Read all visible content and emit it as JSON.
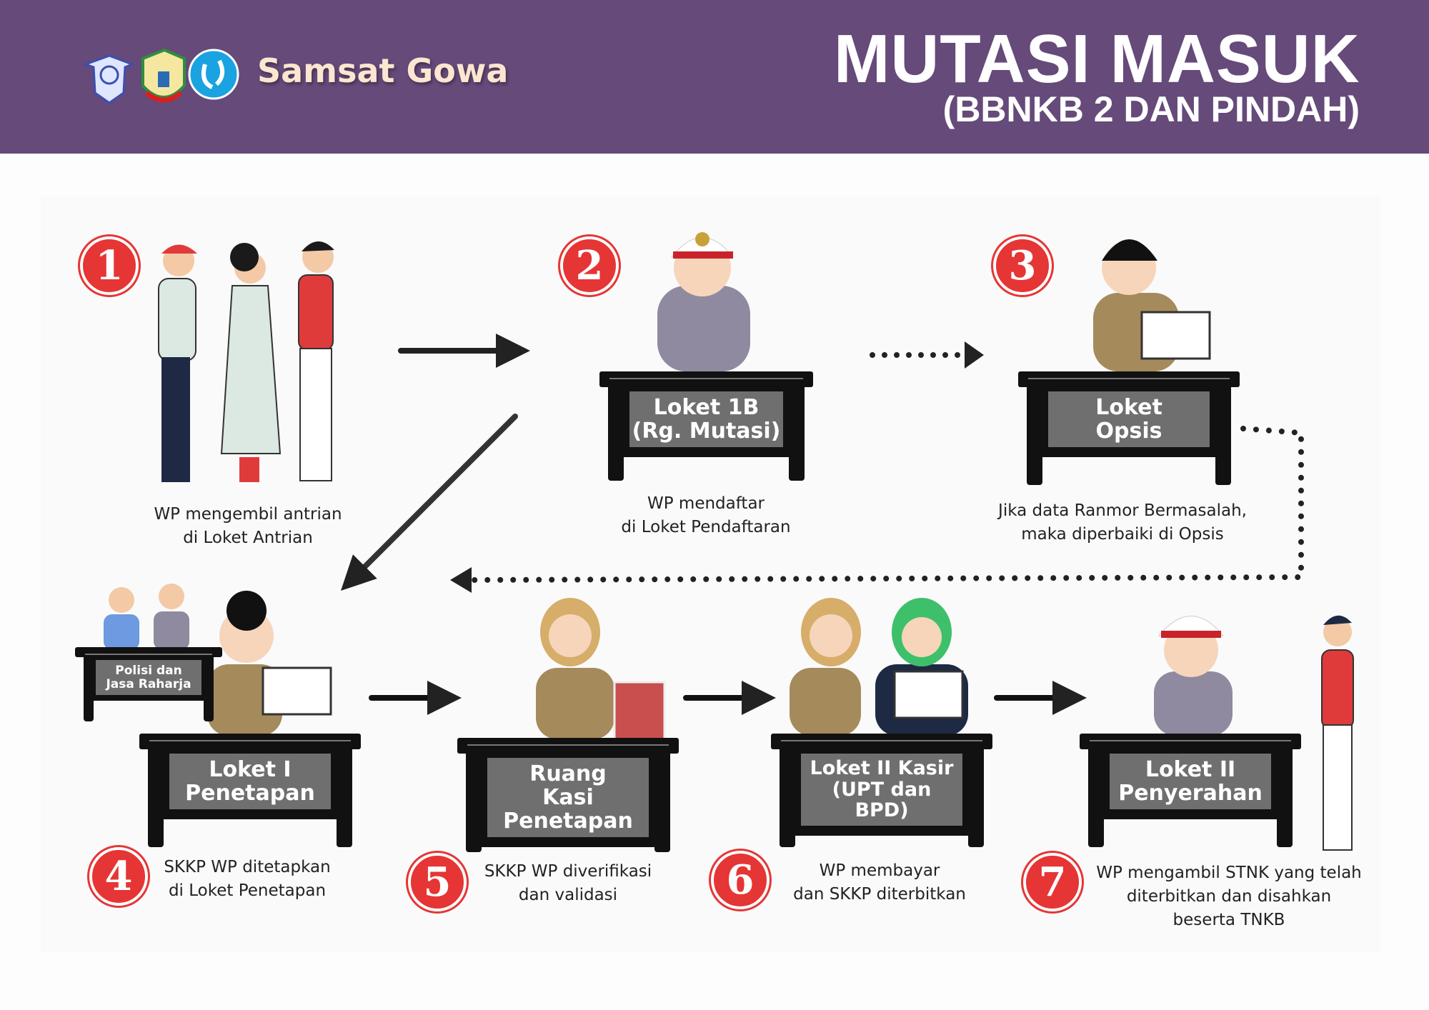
{
  "header": {
    "brand": "Samsat Gowa",
    "title": "MUTASI MASUK",
    "subtitle": "(BBNKB 2 DAN PINDAH)",
    "logos": [
      "police-emblem",
      "gowa-regency-emblem",
      "jasa-raharja-logo"
    ]
  },
  "colors": {
    "header_bg": "#654a7a",
    "step_red": "#e63535",
    "desk": "#111111",
    "sign": "#6f6f6f"
  },
  "steps": [
    {
      "number": "1",
      "caption": [
        "WP mengembil antrian",
        "di Loket Antrian"
      ]
    },
    {
      "number": "2",
      "desk": [
        "Loket 1B",
        "(Rg. Mutasi)"
      ],
      "caption": [
        "WP mendaftar",
        "di Loket Pendaftaran"
      ]
    },
    {
      "number": "3",
      "desk": [
        "Loket",
        "Opsis"
      ],
      "caption": [
        "Jika data Ranmor Bermasalah,",
        "maka diperbaiki di Opsis"
      ]
    },
    {
      "number": "4",
      "desk": [
        "Loket I",
        "Penetapan"
      ],
      "side_desk": [
        "Polisi dan",
        "Jasa Raharja"
      ],
      "caption": [
        "SKKP WP ditetapkan",
        "di Loket Penetapan"
      ]
    },
    {
      "number": "5",
      "desk": [
        "Ruang",
        "Kasi Penetapan"
      ],
      "caption": [
        "SKKP WP diverifikasi",
        "dan validasi"
      ]
    },
    {
      "number": "6",
      "desk": [
        "Loket II Kasir",
        "(UPT dan BPD)"
      ],
      "caption": [
        "WP membayar",
        "dan SKKP diterbitkan"
      ]
    },
    {
      "number": "7",
      "desk": [
        "Loket II",
        "Penyerahan"
      ],
      "caption": [
        "WP mengambil STNK yang telah",
        "diterbitkan dan disahkan",
        "beserta TNKB"
      ]
    }
  ]
}
